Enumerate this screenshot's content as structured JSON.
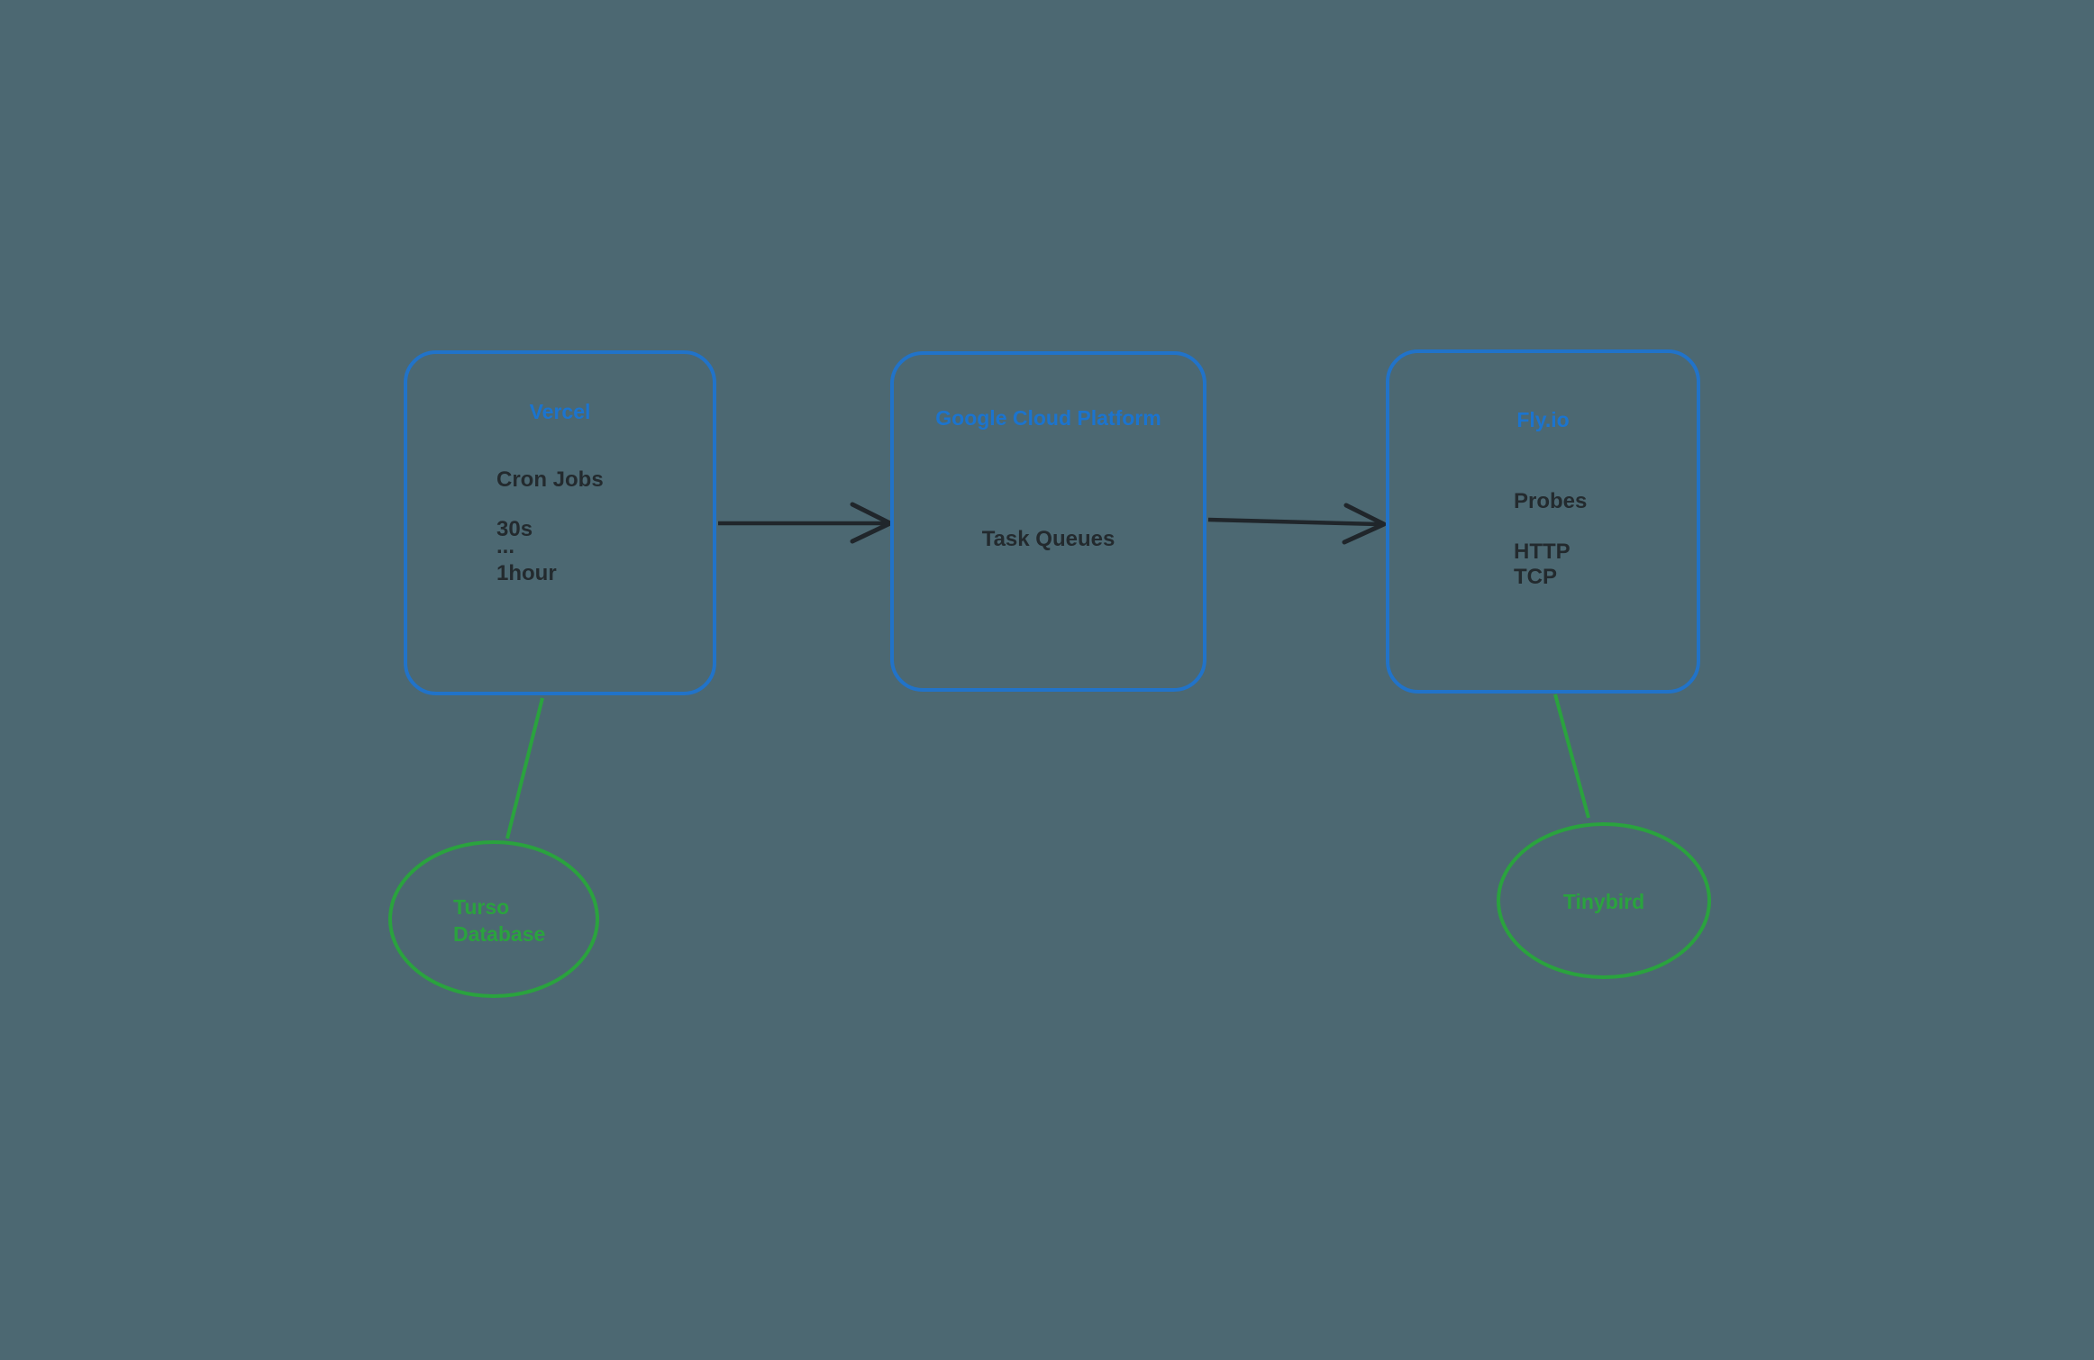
{
  "colors": {
    "background": "#4C6872",
    "node_border_blue": "#2173C9",
    "title_blue": "#1B74CF",
    "body_text_dark": "#232A2E",
    "connector_dark": "#20262B",
    "green": "#2AA33E"
  },
  "nodes": {
    "vercel": {
      "title": "Vercel",
      "line1": "Cron Jobs",
      "line2": "30s",
      "line3": "...",
      "line4": "1hour"
    },
    "gcp": {
      "title": "Google Cloud Platform",
      "line1": "Task Queues"
    },
    "flyio": {
      "title": "Fly.io",
      "line1": "Probes",
      "line2": "HTTP",
      "line3": "TCP"
    },
    "turso": {
      "line1": "Turso",
      "line2": "Database"
    },
    "tinybird": {
      "line1": "Tinybird"
    }
  }
}
